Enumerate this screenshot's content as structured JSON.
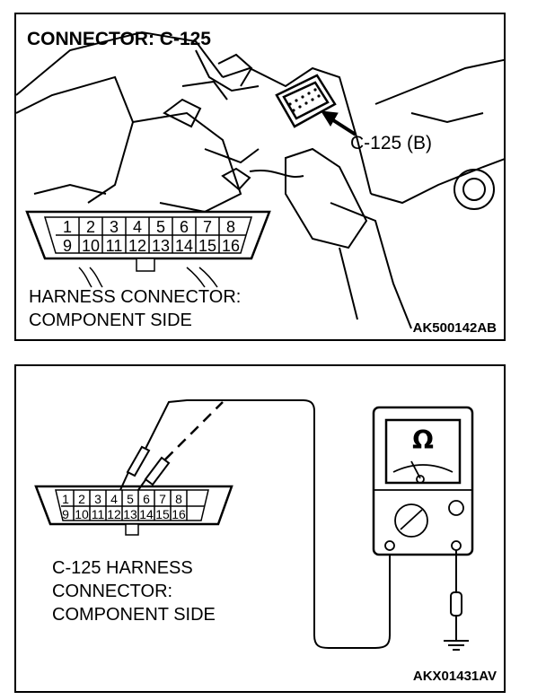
{
  "top": {
    "title": "CONNECTOR: C-125",
    "callout": "C-125 (B)",
    "harness_label": "HARNESS CONNECTOR:\nCOMPONENT SIDE",
    "code": "AK500142AB",
    "connector_pins_top": [
      "1",
      "2",
      "3",
      "4",
      "5",
      "6",
      "7",
      "8"
    ],
    "connector_pins_bottom": [
      "9",
      "10",
      "11",
      "12",
      "13",
      "14",
      "15",
      "16"
    ]
  },
  "bottom": {
    "harness_label": "C-125 HARNESS\nCONNECTOR:\nCOMPONENT SIDE",
    "code": "AKX01431AV",
    "connector_pins_top": [
      "1",
      "2",
      "3",
      "4",
      "5",
      "6",
      "7",
      "8"
    ],
    "connector_pins_bottom": [
      "9",
      "10",
      "11",
      "12",
      "13",
      "14",
      "15",
      "16"
    ],
    "meter_symbol": "Ω"
  }
}
